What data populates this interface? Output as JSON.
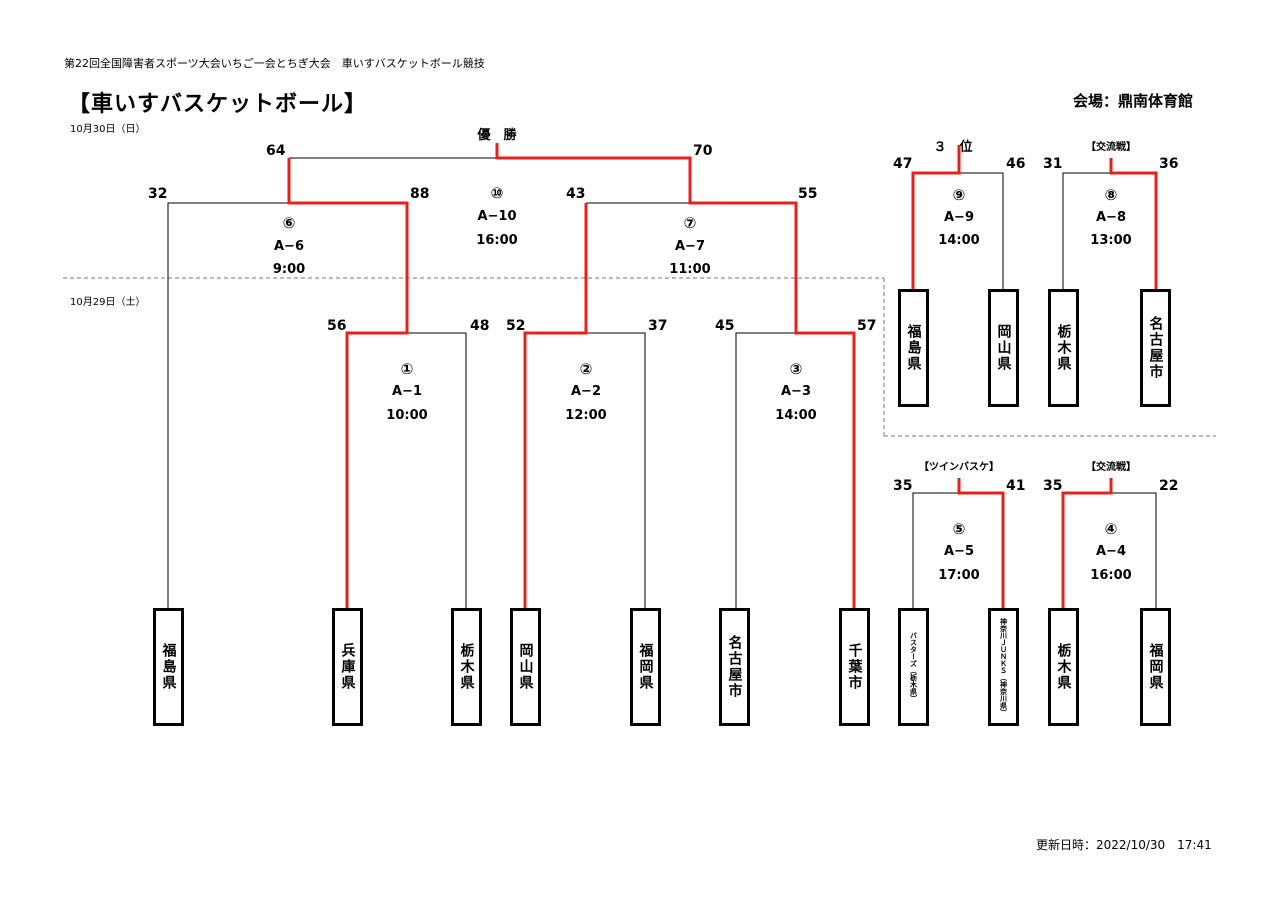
{
  "header": {
    "note": "第22回全国障害者スポーツ大会いちご一会とちぎ大会　車いすバスケットボール競技",
    "title": "【車いすバスケットボール】",
    "venue": "会場：鼎南体育館"
  },
  "dates": {
    "day2": "10月30日（日）",
    "day1": "10月29日（土）"
  },
  "final": {
    "label": "優　勝",
    "no": "⑩",
    "code": "A−10",
    "time": "16:00",
    "score_left": "64",
    "score_right": "70"
  },
  "third": {
    "label": "３　位",
    "no": "⑨",
    "code": "A−9",
    "time": "14:00",
    "score_left": "47",
    "score_right": "46",
    "team_left": "福島県",
    "team_right": "岡山県"
  },
  "exchange1": {
    "label": "【交流戦】",
    "no": "⑧",
    "code": "A−8",
    "time": "13:00",
    "score_left": "31",
    "score_right": "36",
    "team_left": "栃木県",
    "team_right": "名古屋市"
  },
  "twin": {
    "label": "【ツインバスケ】",
    "no": "⑤",
    "code": "A−5",
    "time": "17:00",
    "score_left": "35",
    "score_right": "41",
    "team_left": "バスターズ（栃木県）",
    "team_right": "神奈川ＪＵＮＫＳ（神奈川県）"
  },
  "exchange2": {
    "label": "【交流戦】",
    "no": "④",
    "code": "A−4",
    "time": "16:00",
    "score_left": "35",
    "score_right": "22",
    "team_left": "栃木県",
    "team_right": "福岡県"
  },
  "semi6": {
    "no": "⑥",
    "code": "A−6",
    "time": "9:00",
    "score_left": "32",
    "score_right": "88"
  },
  "semi7": {
    "no": "⑦",
    "code": "A−7",
    "time": "11:00",
    "score_left": "43",
    "score_right": "55"
  },
  "m1": {
    "no": "①",
    "code": "A−1",
    "time": "10:00",
    "score_left": "56",
    "score_right": "48"
  },
  "m2": {
    "no": "②",
    "code": "A−2",
    "time": "12:00",
    "score_left": "52",
    "score_right": "37"
  },
  "m3": {
    "no": "③",
    "code": "A−3",
    "time": "14:00",
    "score_left": "45",
    "score_right": "57"
  },
  "teams": [
    "福島県",
    "兵庫県",
    "栃木県",
    "岡山県",
    "福岡県",
    "名古屋市",
    "千葉市"
  ],
  "updated": "更新日時：2022/10/30　17:41",
  "colors": {
    "winner_line": "#e8201c",
    "line": "#000000"
  }
}
